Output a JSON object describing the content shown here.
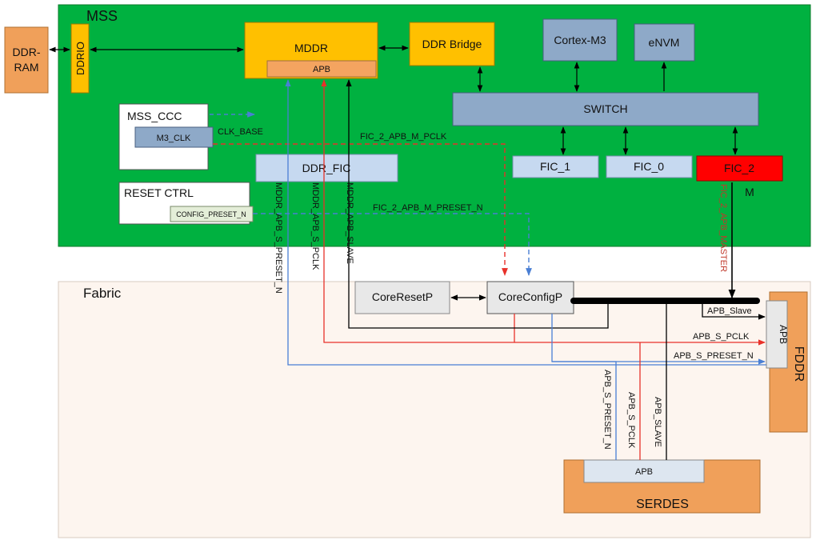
{
  "regions": {
    "mss": "MSS",
    "fabric": "Fabric"
  },
  "blocks": {
    "ddr_ram": [
      "DDR-",
      "RAM"
    ],
    "ddrio": "DDRIO",
    "mddr": "MDDR",
    "mddr_apb": "APB",
    "ddr_bridge": "DDR Bridge",
    "cortex_m3": "Cortex-M3",
    "envm": "eNVM",
    "switch": "SWITCH",
    "mss_ccc": "MSS_CCC",
    "m3_clk": "M3_CLK",
    "ddr_fic": "DDR_FIC",
    "fic_1": "FIC_1",
    "fic_0": "FIC_0",
    "fic_2": "FIC_2",
    "fic_2_mode": "M",
    "reset_ctrl": "RESET CTRL",
    "config_preset_n": "CONFIG_PRESET_N",
    "core_reset_p": "CoreResetP",
    "core_config_p": "CoreConfigP",
    "fddr": "FDDR",
    "fddr_apb": "APB",
    "serdes": "SERDES",
    "serdes_apb": "APB"
  },
  "signals": {
    "clk_base": "CLK_BASE",
    "fic_2_apb_m_pclk": "FIC_2_APB_M_PCLK",
    "fic_2_apb_m_preset_n": "FIC_2_APB_M_PRESET_N",
    "mddr_apb_s_preset_n": "MDDR_APB_S_PRESET_N",
    "mddr_apb_s_pclk": "MDDR_APB_S_PCLK",
    "mddr_apb_slave": "MDDR_APB_SLAVE",
    "fic_2_apb_master": "FIC_2_APB_MASTER",
    "apb_slave_fddr": "APB_Slave",
    "apb_s_pclk_fddr": "APB_S_PCLK",
    "apb_s_preset_n_fddr": "APB_S_PRESET_N",
    "apb_s_preset_n_serdes": "APB_S_PRESET_N",
    "apb_s_pclk_serdes": "APB_S_PCLK",
    "apb_slave_serdes": "APB_SLAVE"
  },
  "colors": {
    "mss_green": "#00b140",
    "fabric_bg": "#fdf5ef",
    "orange_block": "#ffc000",
    "orange_apb": "#f4a460",
    "steel_block": "#8ea9c8",
    "light_block": "#c6d9f0",
    "red_block": "#ff0000",
    "gray_block": "#e8e8e8",
    "peripheral_orange": "#f0a05a",
    "red_line": "#e8312a",
    "blue_line": "#4a7fd4"
  }
}
